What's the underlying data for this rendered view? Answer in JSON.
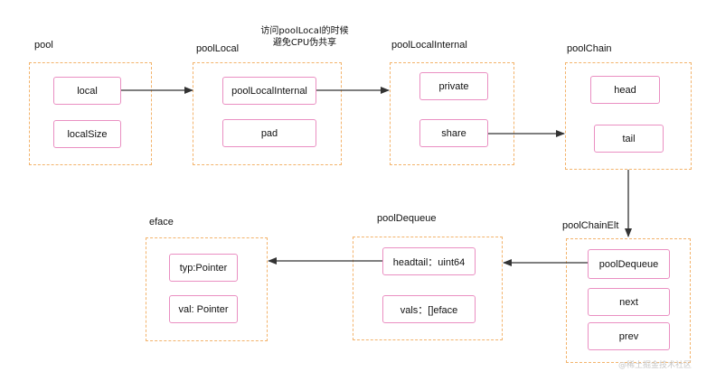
{
  "note": {
    "line1": "访问poolLocal的时候",
    "line2": "避免CPU伪共享"
  },
  "groups": {
    "pool": {
      "label": "pool",
      "fields": [
        "local",
        "localSize"
      ]
    },
    "poolLocal": {
      "label": "poolLocal",
      "fields": [
        "poolLocalInternal",
        "pad"
      ]
    },
    "poolLocalInternal": {
      "label": "poolLocalInternal",
      "fields": [
        "private",
        "share"
      ]
    },
    "poolChain": {
      "label": "poolChain",
      "fields": [
        "head",
        "tail"
      ]
    },
    "poolChainElt": {
      "label": "poolChainElt",
      "fields": [
        "poolDequeue",
        "next",
        "prev"
      ]
    },
    "poolDequeue": {
      "label": "poolDequeue",
      "fields": [
        "headtail：uint64",
        "vals：[]eface"
      ]
    },
    "eface": {
      "label": "eface",
      "fields": [
        "typ:Pointer",
        "val: Pointer"
      ]
    }
  },
  "colors": {
    "container_border": "#f3b36b",
    "field_border": "#ea8fc2",
    "arrow": "#333333"
  },
  "watermark": "@稀土掘金技术社区"
}
